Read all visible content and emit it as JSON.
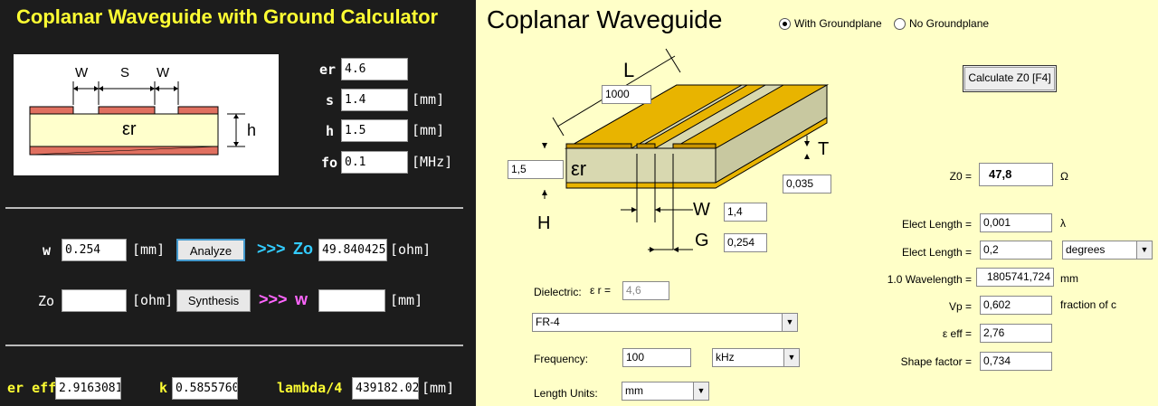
{
  "left": {
    "title": "Coplanar Waveguide with Ground Calculator",
    "diagram": {
      "w1": "W",
      "s": "S",
      "w2": "W",
      "er": "εr",
      "h": "h"
    },
    "params": [
      {
        "label": "er",
        "value": "4.6",
        "unit": ""
      },
      {
        "label": "s",
        "value": "1.4",
        "unit": "[mm]"
      },
      {
        "label": "h",
        "value": "1.5",
        "unit": "[mm]"
      },
      {
        "label": "fo",
        "value": "0.1",
        "unit": "[MHz]"
      }
    ],
    "analyze": {
      "w_label": "w",
      "w_value": "0.254",
      "w_unit": "[mm]",
      "button": "Analyze",
      "arrows": ">>>",
      "zo_label": "Zo",
      "zo_value": "49.840425",
      "zo_unit": "[ohm]"
    },
    "synthesis": {
      "zo_label": "Zo",
      "zo_value": "",
      "zo_unit": "[ohm]",
      "button": "Synthesis",
      "arrows": ">>>",
      "w_label": "w",
      "w_value": "",
      "w_unit": "[mm]"
    },
    "results": {
      "ereff_label": "er eff",
      "ereff_value": "2.9163081",
      "k_label": "k",
      "k_value": "0.5855760",
      "lambda_label": "lambda/4",
      "lambda_value": "439182.02",
      "lambda_unit": "[mm]"
    }
  },
  "right": {
    "title": "Coplanar Waveguide",
    "radio_with": "With Groundplane",
    "radio_no": "No Groundplane",
    "calc_button": "Calculate Z0  [F4]",
    "diagram": {
      "L_label": "L",
      "L_value": "1000",
      "H_label": "H",
      "H_value": "1,5",
      "T_label": "T",
      "T_value": "0,035",
      "W_label": "W",
      "W_value": "1,4",
      "G_label": "G",
      "G_value": "0,254",
      "er_label": "εr"
    },
    "dielectric_label": "Dielectric:",
    "er_small": "ε r =",
    "er_value": "4,6",
    "material": "FR-4",
    "frequency_label": "Frequency:",
    "frequency_value": "100",
    "frequency_unit": "kHz",
    "length_units_label": "Length Units:",
    "length_units_value": "mm",
    "z0_label": "Z0 =",
    "z0_value": "47,8",
    "z0_unit": "Ω",
    "elect_len1_label": "Elect Length =",
    "elect_len1_value": "0,001",
    "elect_len1_unit": "λ",
    "elect_len2_label": "Elect Length =",
    "elect_len2_value": "0,2",
    "elect_len2_unit": "degrees",
    "wavelength_label": "1.0 Wavelength =",
    "wavelength_value": "1805741,724",
    "wavelength_unit": "mm",
    "vp_label": "Vp =",
    "vp_value": "0,602",
    "vp_unit": "fraction of c",
    "eeff_label": "ε eff =",
    "eeff_value": "2,76",
    "shape_label": "Shape factor =",
    "shape_value": "0,734"
  }
}
